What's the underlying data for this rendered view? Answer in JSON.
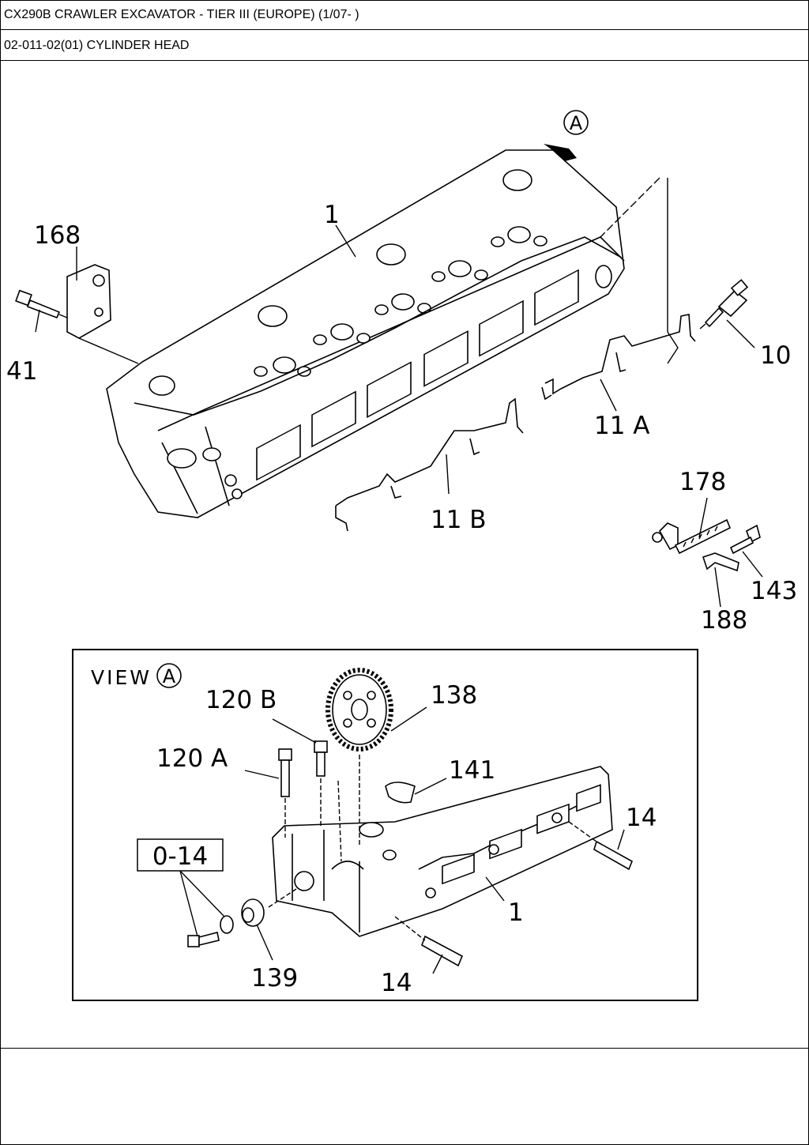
{
  "header": {
    "title": "CX290B CRAWLER EXCAVATOR - TIER III (EUROPE) (1/07- )",
    "subtitle": "02-011-02(01) CYLINDER HEAD"
  },
  "diagram": {
    "view_marker": "A",
    "main_labels": {
      "p1": "1",
      "p168": "168",
      "p41": "41",
      "p10": "10",
      "p11a": "11 A",
      "p11b": "11 B",
      "p178": "178",
      "p143": "143",
      "p188": "188"
    },
    "view_box": {
      "title": "VIEW",
      "marker": "A",
      "labels": {
        "p120b": "120 B",
        "p120a": "120 A",
        "p138": "138",
        "p141": "141",
        "p14_top": "14",
        "p14_bottom": "14",
        "p1": "1",
        "p139": "139",
        "kit": "0-14"
      }
    }
  }
}
